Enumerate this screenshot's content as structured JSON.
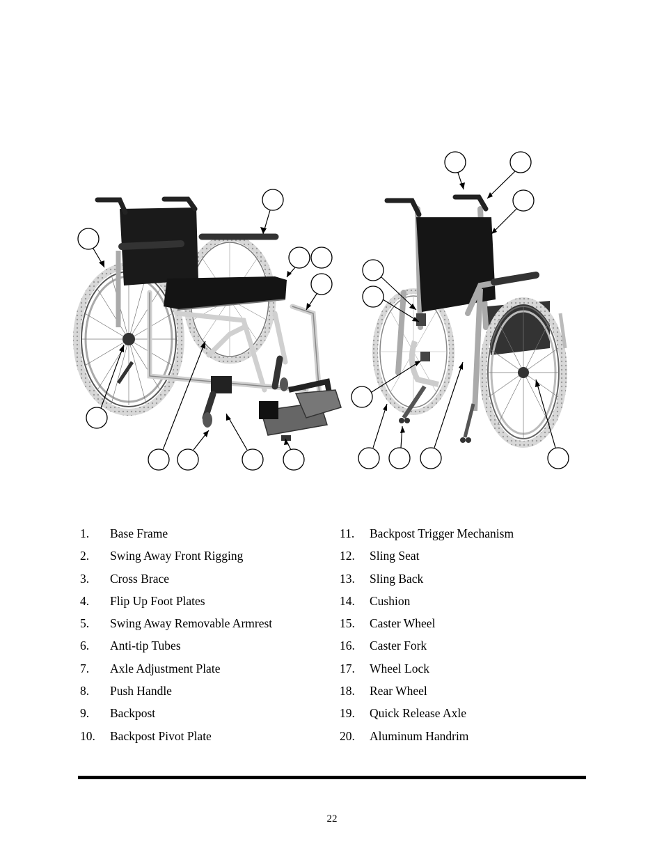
{
  "parts_list": [
    {
      "num": "1.",
      "label": "Base Frame"
    },
    {
      "num": "2.",
      "label": "Swing Away Front Rigging"
    },
    {
      "num": "3.",
      "label": "Cross Brace"
    },
    {
      "num": "4.",
      "label": "Flip Up Foot Plates"
    },
    {
      "num": "5.",
      "label": "Swing Away Removable Armrest"
    },
    {
      "num": "6.",
      "label": "Anti-tip Tubes"
    },
    {
      "num": "7.",
      "label": "Axle Adjustment Plate"
    },
    {
      "num": "8.",
      "label": "Push Handle"
    },
    {
      "num": "9.",
      "label": "Backpost"
    },
    {
      "num": "10.",
      "label": "Backpost Pivot Plate"
    },
    {
      "num": "11.",
      "label": "Backpost Trigger Mechanism"
    },
    {
      "num": "12.",
      "label": "Sling Seat"
    },
    {
      "num": "13.",
      "label": "Sling Back"
    },
    {
      "num": "14.",
      "label": "Cushion"
    },
    {
      "num": "15.",
      "label": "Caster Wheel"
    },
    {
      "num": "16.",
      "label": "Caster Fork"
    },
    {
      "num": "17.",
      "label": "Wheel Lock"
    },
    {
      "num": "18.",
      "label": "Rear Wheel"
    },
    {
      "num": "19.",
      "label": "Quick Release Axle"
    },
    {
      "num": "20.",
      "label": "Aluminum Handrim"
    }
  ],
  "page_number": "22"
}
